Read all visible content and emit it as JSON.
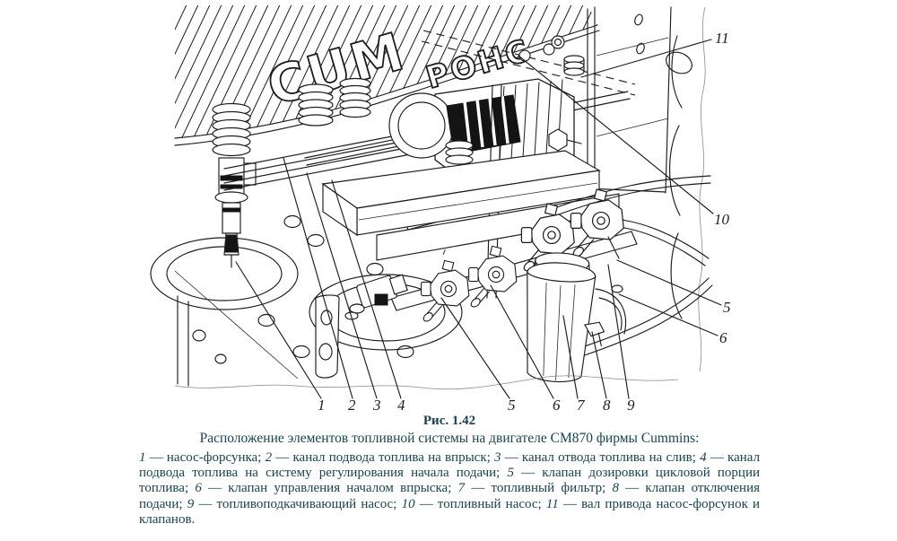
{
  "figure": {
    "label": "Рис. 1.42",
    "title": "Расположение элементов топливной системы на двигателе СМ870 фирмы Cummins:",
    "legend": [
      {
        "num": "1",
        "desc": "— насос-форсунка;"
      },
      {
        "num": "2",
        "desc": "— канал подвода топлива на впрыск;"
      },
      {
        "num": "3",
        "desc": "— канал отвода топлива на слив;"
      },
      {
        "num": "4",
        "desc": "— канал подвода топлива на систему регулирования начала подачи;"
      },
      {
        "num": "5",
        "desc": "— клапан дозировки цикловой порции топлива;"
      },
      {
        "num": "6",
        "desc": "— клапан управления началом впрыска;"
      },
      {
        "num": "7",
        "desc": "— топливный фильтр;"
      },
      {
        "num": "8",
        "desc": "— клапан отключения подачи;"
      },
      {
        "num": "9",
        "desc": "— топливоподкачивающий насос;"
      },
      {
        "num": "10",
        "desc": "— топливный насос;"
      },
      {
        "num": "11",
        "desc": "— вал привода насос-форсунок и клапанов."
      }
    ]
  },
  "diagram": {
    "cover_text_primary": "CUM",
    "cover_text_secondary": "РОНС",
    "callouts": {
      "c1": "1",
      "c2": "2",
      "c3": "3",
      "c4": "4",
      "c5b": "5",
      "c6b": "6",
      "c7": "7",
      "c8": "8",
      "c9": "9",
      "c5r": "5",
      "c6r": "6",
      "c10": "10",
      "c11": "11"
    }
  },
  "colors": {
    "caption_text": "#17454f",
    "line_art": "#1c1c1c",
    "background": "#ffffff"
  }
}
